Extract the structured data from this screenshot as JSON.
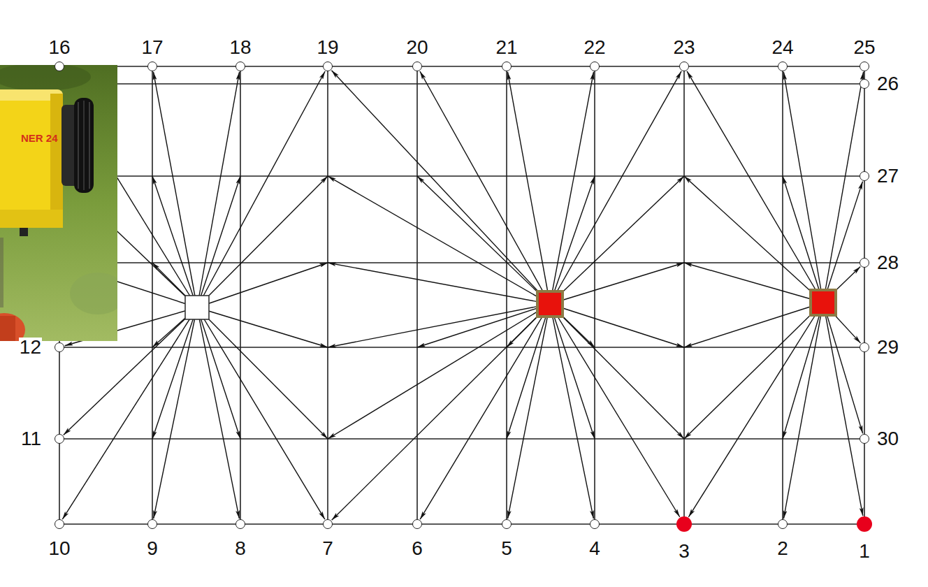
{
  "diagram": {
    "nodes": [
      {
        "text": [
          "16"
        ]
      },
      {
        "text": [
          "17"
        ]
      },
      {
        "text": [
          "18"
        ]
      },
      {
        "text": [
          "19"
        ]
      },
      {
        "text": [
          "20"
        ]
      },
      {
        "text": [
          "21"
        ]
      },
      {
        "text": [
          "22"
        ]
      },
      {
        "text": [
          "23"
        ]
      },
      {
        "text": [
          "24"
        ]
      },
      {
        "text": [
          "25"
        ]
      },
      {
        "text": [
          "26"
        ]
      },
      {
        "text": [
          "27"
        ]
      },
      {
        "text": [
          "28"
        ]
      },
      {
        "text": [
          "12"
        ]
      },
      {
        "text": [
          "29"
        ]
      },
      {
        "text": [
          "11"
        ]
      },
      {
        "text": [
          "30"
        ]
      },
      {
        "text": [
          "10"
        ]
      },
      {
        "text": [
          "9"
        ]
      },
      {
        "text": [
          "8"
        ]
      },
      {
        "text": [
          "7"
        ]
      },
      {
        "text": [
          "6"
        ]
      },
      {
        "text": [
          "5"
        ]
      },
      {
        "text": [
          "4"
        ]
      },
      {
        "text": [
          "3"
        ]
      },
      {
        "text": [
          "2"
        ]
      },
      {
        "text": [
          "1"
        ]
      }
    ],
    "labels": [
      "NER 24"
    ]
  }
}
